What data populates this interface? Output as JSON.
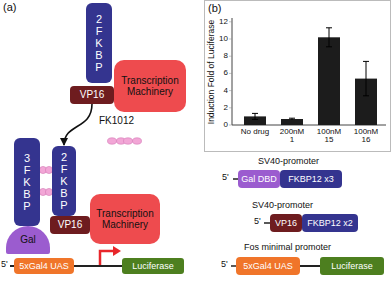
{
  "diagram": {
    "nodes": [
      {
        "text": [
          "2 FKBP"
        ]
      },
      {
        "text": [
          "VP16"
        ]
      },
      {
        "text": [
          "Transcription Machinery"
        ]
      },
      {
        "text": [
          "3 FKBP"
        ]
      },
      {
        "text": [
          "Gal"
        ]
      },
      {
        "text": [
          "2 FKBP"
        ]
      },
      {
        "text": [
          "VP16"
        ]
      },
      {
        "text": [
          "Transcription Machinery"
        ]
      },
      {
        "text": [
          "5xGal4 UAS"
        ]
      },
      {
        "text": [
          "Luciferase"
        ]
      },
      {
        "text": [
          "Gal DBD"
        ]
      },
      {
        "text": [
          "FKBP12 x3"
        ]
      },
      {
        "text": [
          "VP16"
        ]
      },
      {
        "text": [
          "FKBP12 x2"
        ]
      },
      {
        "text": [
          "5xGal4 UAS"
        ]
      },
      {
        "text": [
          "Luciferase"
        ]
      }
    ],
    "edges": [
      {
        "from": 1,
        "to": 5,
        "label": "FK1012",
        "arrow": "to"
      },
      {
        "from": 8,
        "to": 9,
        "arrow": "none"
      },
      {
        "from": 14,
        "to": 15,
        "arrow": "none"
      }
    ],
    "labels": [
      "(a)",
      "5'",
      "(b)",
      "Induction Fold of Luciferase",
      "0",
      "2",
      "4",
      "6",
      "8",
      "10",
      "12",
      "No drug",
      "200nM 1",
      "100nM 15",
      "100nM 16",
      "SV40-promoter",
      "5'",
      "SV40-promoter",
      "5'",
      "Fos minimal promoter",
      "5'"
    ]
  }
}
